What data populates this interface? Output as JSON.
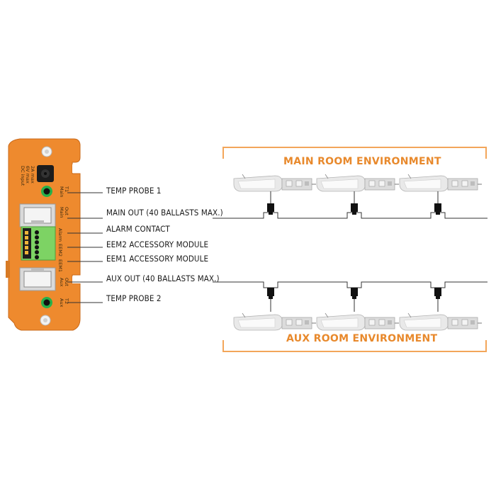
{
  "colors": {
    "orange": "#EE8A2E",
    "orange_dark": "#C9691A",
    "bracket": "#F3A65A",
    "title": "#E8892C",
    "jack_green": "#27B04A",
    "terminal_green": "#7DD364",
    "line": "#333333"
  },
  "callouts": {
    "temp_probe_1": "TEMP PROBE 1",
    "main_out": "MAIN OUT (40 BALLASTS MAX.)",
    "alarm_contact": "ALARM CONTACT",
    "eem2": "EEM2 ACCESSORY MODULE",
    "eem1": "EEM1 ACCESSORY MODULE",
    "aux_out": "AUX OUT (40 BALLASTS MAX.)",
    "temp_probe_2": "TEMP PROBE 2"
  },
  "rooms": {
    "main": "MAIN ROOM ENVIRONMENT",
    "aux": "AUX ROOM ENVIRONMENT"
  },
  "device_labels": {
    "dc_input": [
      "DC input",
      "6V max",
      "2A max"
    ],
    "t1": [
      "Main",
      "T1"
    ],
    "main_out": [
      "Main",
      "Out"
    ],
    "alarm": "Alarm",
    "eem2": "EEM2",
    "eem1": "EEM1",
    "aux_out": [
      "Aux",
      "Out"
    ],
    "t2": [
      "Aux",
      "T2"
    ]
  },
  "fixture_icon": "grow-light-fixture",
  "connector_icon": "rj-splitter"
}
